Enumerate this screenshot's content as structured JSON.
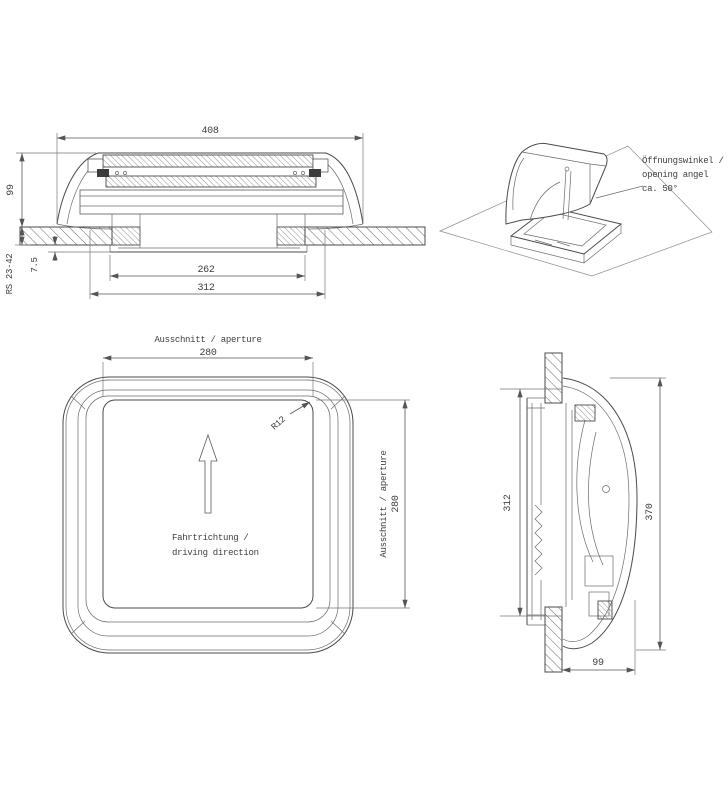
{
  "drawing_title": "roof-vent-technical-drawing",
  "section_view": {
    "dim_overall_width": "408",
    "dim_height_above_roof": "99",
    "dim_roof_thickness": "RS 23-42",
    "dim_interior_protrusion": "7.5",
    "dim_inner_frame_width": "262",
    "dim_flange_width": "312"
  },
  "plan_view": {
    "aperture_label_top": "Ausschnitt / aperture",
    "aperture_width_top": "280",
    "corner_radius": "R12",
    "aperture_label_right": "Ausschnitt / aperture",
    "aperture_height_right": "280",
    "direction_label_de": "Fahrtrichtung /",
    "direction_label_en": "driving direction"
  },
  "side_view": {
    "dim_flange_height": "312",
    "dim_overall_height": "370",
    "dim_height_above_roof": "99"
  },
  "iso_view": {
    "opening_angle_de": "Öffnungswinkel /",
    "opening_angle_en": "opening angel",
    "opening_angle_value": "ca. 50°"
  },
  "colors": {
    "line": "#4b4b4b",
    "line_light": "#8f8f8f",
    "text": "#3e3e3e",
    "background": "#ffffff"
  }
}
